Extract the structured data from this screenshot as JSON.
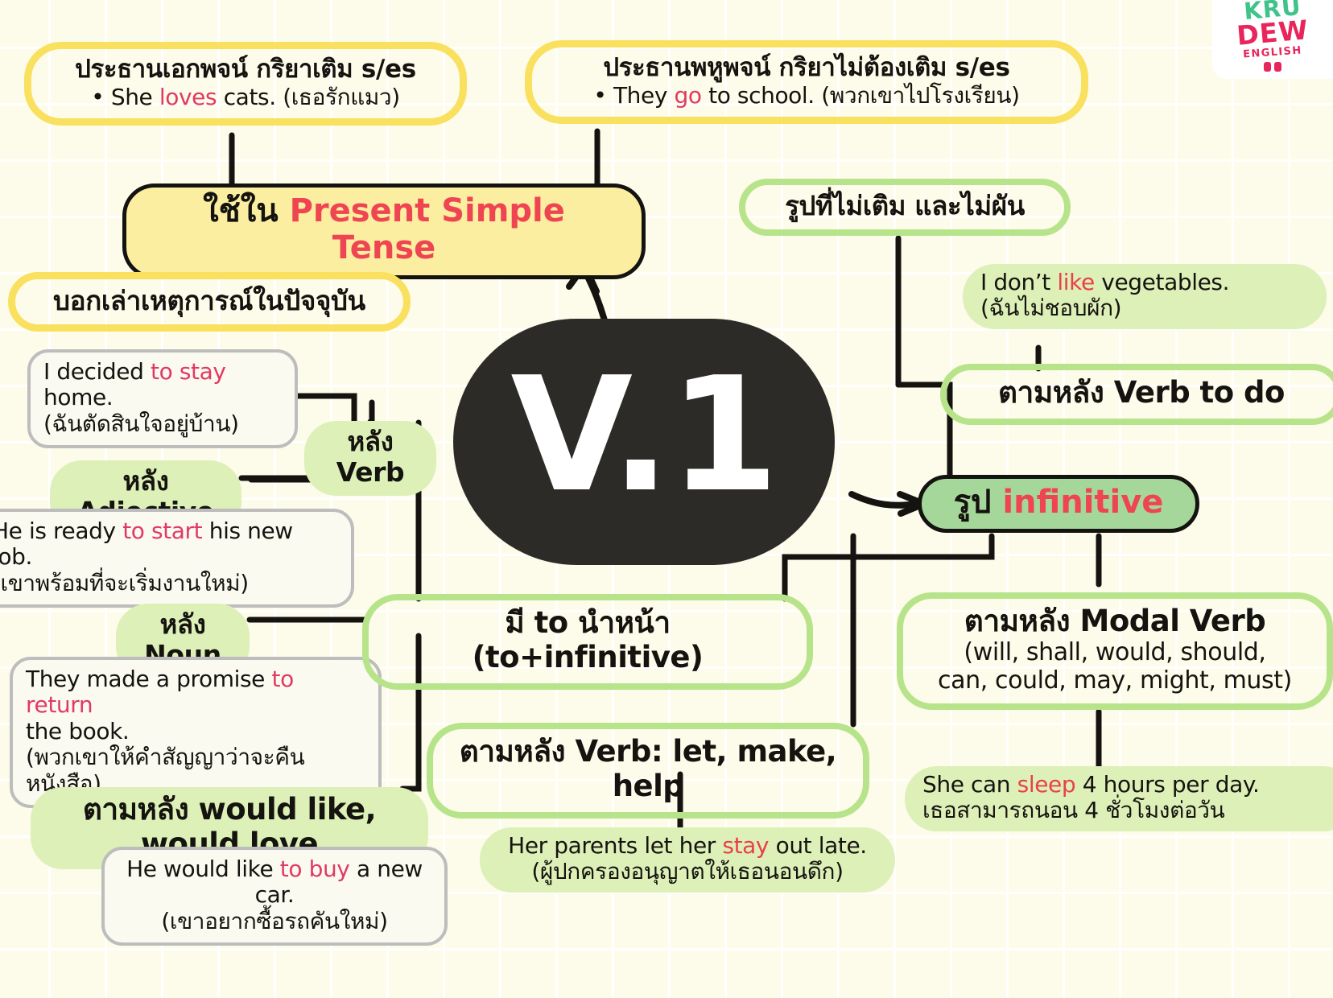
{
  "brand": {
    "line1": "KRU",
    "line2": "DEW",
    "line3": "ENGLISH"
  },
  "core": {
    "label": "V.1"
  },
  "present_simple": {
    "singular_rule": "ประธานเอกพจน์ กริยาเติม s/es",
    "singular_example_pre": "• She ",
    "singular_example_hl": "loves",
    "singular_example_post": " cats. (เธอรักแมว)",
    "plural_rule": "ประธานพหูพจน์ กริยาไม่ต้องเติม s/es",
    "plural_example_pre": "• They ",
    "plural_example_hl": "go",
    "plural_example_post": " to school. (พวกเขาไปโรงเรียน)",
    "title_th": "ใช้ใน ",
    "title_en": "Present Simple Tense",
    "usage": "บอกเล่าเหตุการณ์ในปัจจุบัน"
  },
  "base_form": {
    "no_inflection": "รูปที่ไม่เติม และไม่ผัน",
    "do_example_pre": "I don’t ",
    "do_example_hl": "like",
    "do_example_post": " vegetables.",
    "do_example_th": "(ฉันไม่ชอบผัก)",
    "after_verb_to_do": "ตามหลัง Verb to do"
  },
  "infinitive": {
    "title_th": "รูป ",
    "title_en": "infinitive",
    "after_modal_line1": "ตามหลัง Modal Verb",
    "after_modal_line2": "(will, shall, would, should,",
    "after_modal_line3": "can, could, may, might, must)",
    "modal_example_pre": "She can ",
    "modal_example_hl": "sleep",
    "modal_example_post": " 4 hours per day.",
    "modal_example_th": "เธอสามารถนอน 4 ชั่วโมงต่อวัน",
    "after_verbs": "ตามหลัง Verb: let, make, help",
    "verbs_example_pre": "Her parents let her ",
    "verbs_example_hl": "stay",
    "verbs_example_post": " out late.",
    "verbs_example_th": "(ผู้ปกครองอนุญาตให้เธอนอนดึก)"
  },
  "to_infinitive": {
    "title": "มี to นำหน้า (to+infinitive)",
    "after_verb": "หลัง Verb",
    "verb_example_pre": "I decided ",
    "verb_example_hl": "to stay",
    "verb_example_post": " home.",
    "verb_example_th": "(ฉันตัดสินใจอยู่บ้าน)",
    "after_adjective": "หลัง Adjective",
    "adjective_example_pre": "He is ready ",
    "adjective_example_hl": "to start",
    "adjective_example_post": " his new job.",
    "adjective_example_th": "(เขาพร้อมที่จะเริ่มงานใหม่)",
    "after_noun": "หลัง Noun",
    "noun_example_pre": "They made a promise ",
    "noun_example_hl": "to return",
    "noun_example_post": "",
    "noun_example_line2": "the book.",
    "noun_example_th": "(พวกเขาให้คำสัญญาว่าจะคืนหนังสือ)",
    "after_would": "ตามหลัง would like, would love",
    "would_example_pre": "He would like ",
    "would_example_hl": "to buy",
    "would_example_post": " a new car.",
    "would_example_th": "(เขาอยากซื้อรถคันใหม่)"
  },
  "colors": {
    "paper": "#fdfbe9",
    "yellow_marker": "#f9e05e",
    "yellow_fill": "#fbeea0",
    "green_marker": "#b7e48a",
    "green_pill": "#ddf0b8",
    "green_fill": "#a6d79a",
    "accent_pink": "#e03a62",
    "accent_red": "#ef4452",
    "ink": "#141310",
    "core_dark": "#2c2b27"
  }
}
